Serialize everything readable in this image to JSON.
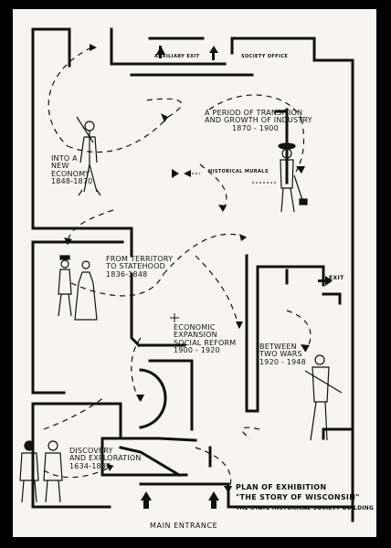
{
  "plan_title": "Plan of Exhibition",
  "exhibit_name": "\"The Story of Wisconsin\"",
  "building": "The State Historical Society Building",
  "top_labels": {
    "auxiliary_exit": "Auxiliary Exit",
    "society_office": "Society Office"
  },
  "right_exit": "Exit",
  "main_entrance": "Main Entrance",
  "historical_murals": "Historical Murals",
  "galleries": [
    {
      "name_lines": [
        "A Period of Transition",
        "and Growth of Industry"
      ],
      "years": "1870 - 1900"
    },
    {
      "name_lines": [
        "Into A",
        "New",
        "Economy"
      ],
      "years": "1848-1870"
    },
    {
      "name_lines": [
        "From Territory",
        "to Statehood"
      ],
      "years": "1836-1848"
    },
    {
      "name_lines": [
        "Economic",
        "Expansion",
        "Social Reform"
      ],
      "years": "1900 - 1920"
    },
    {
      "name_lines": [
        "Between",
        "Two Wars"
      ],
      "years": "1920 - 1948"
    },
    {
      "name_lines": [
        "Discovery",
        "and",
        "Exploration"
      ],
      "years": "1634-1836"
    }
  ]
}
